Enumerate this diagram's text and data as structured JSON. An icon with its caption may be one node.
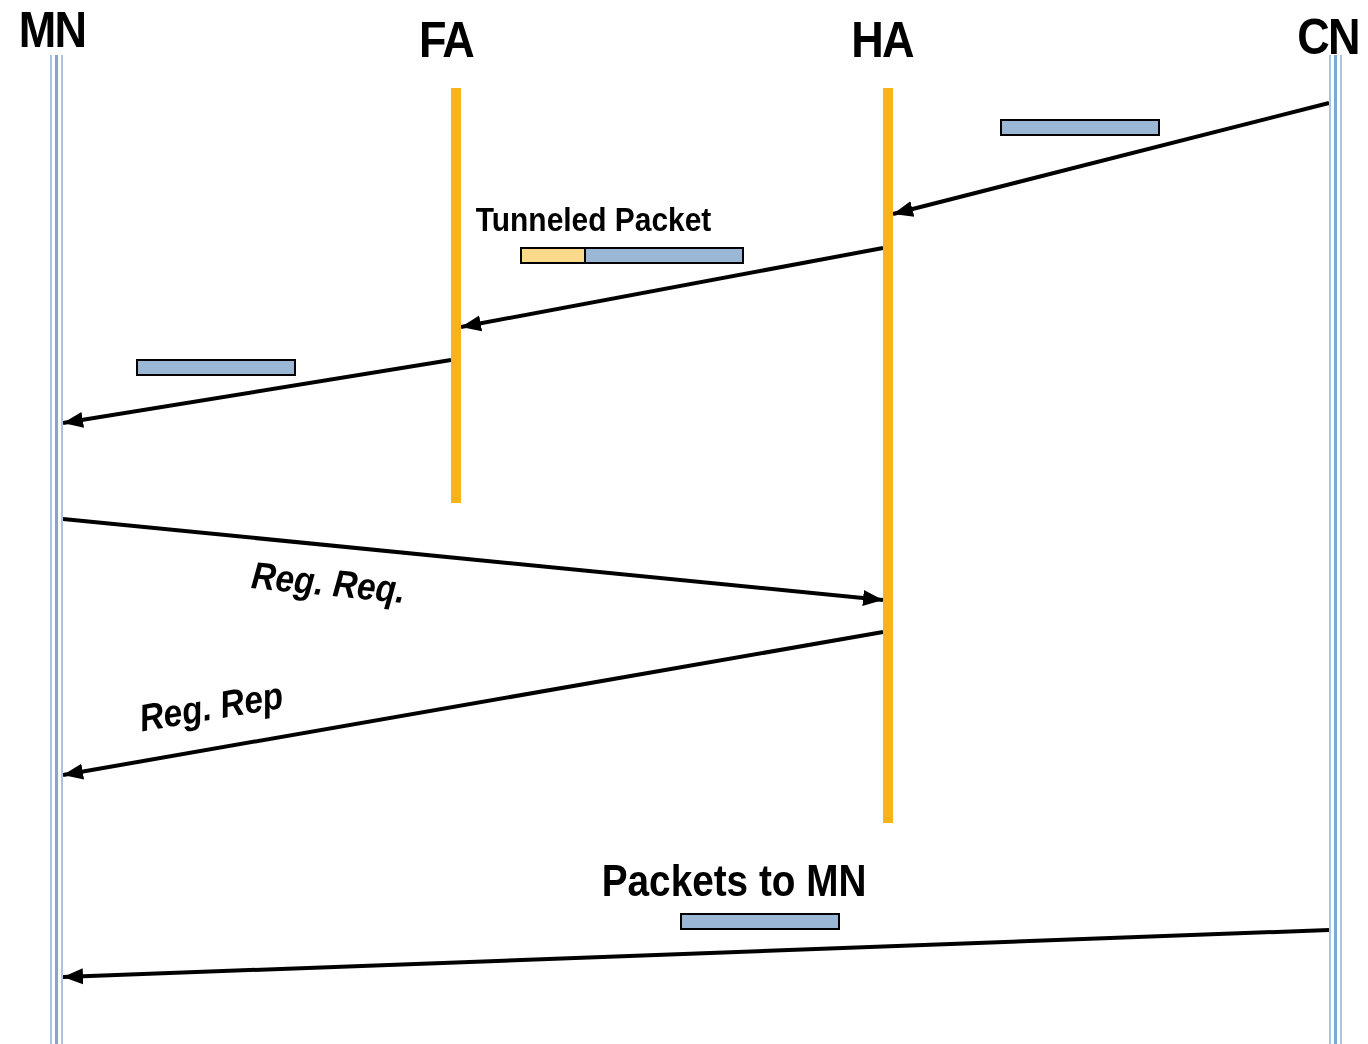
{
  "diagram": {
    "nodes": [
      {
        "text": [
          "MN"
        ]
      },
      {
        "text": [
          "FA"
        ]
      },
      {
        "text": [
          "HA"
        ]
      },
      {
        "text": [
          "CN"
        ]
      },
      {
        "text": [],
        "shape": "bar"
      },
      {
        "text": [],
        "shape": "bar"
      },
      {
        "text": [],
        "shape": "bar"
      },
      {
        "text": [],
        "shape": "bar"
      },
      {
        "text": [],
        "shape": "bar"
      }
    ],
    "edges": [
      {
        "from": 3,
        "to": 2,
        "arrow": "to"
      },
      {
        "from": 2,
        "to": 1,
        "arrow": "to",
        "label": "Tunneled Packet"
      },
      {
        "from": 1,
        "to": 0,
        "arrow": "to"
      },
      {
        "from": 0,
        "to": 2,
        "arrow": "to",
        "label": "Reg. Req."
      },
      {
        "from": 2,
        "to": 0,
        "arrow": "to",
        "label": "Reg. Rep"
      },
      {
        "from": 3,
        "to": 0,
        "arrow": "to",
        "label": "Packets to MN"
      }
    ]
  }
}
